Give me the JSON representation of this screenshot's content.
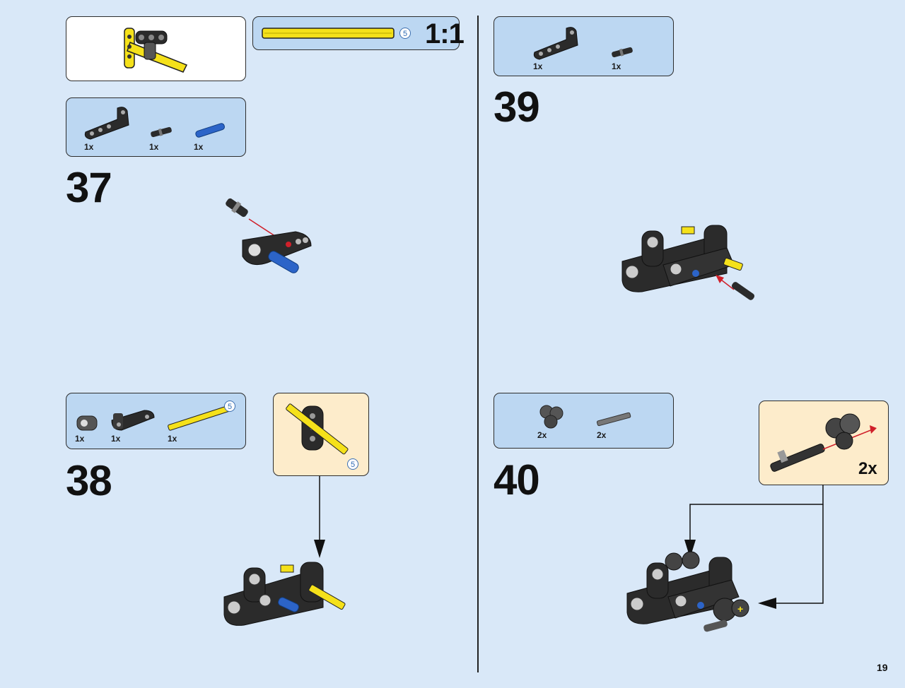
{
  "page_number": "19",
  "scale_label": "1:1",
  "steps": [
    {
      "number": "37",
      "parts": [
        {
          "qty": "1x"
        },
        {
          "qty": "1x"
        },
        {
          "qty": "1x"
        }
      ]
    },
    {
      "number": "38",
      "parts": [
        {
          "qty": "1x"
        },
        {
          "qty": "1x"
        },
        {
          "qty": "1x"
        }
      ],
      "axle_length": "5"
    },
    {
      "number": "39",
      "parts": [
        {
          "qty": "1x"
        },
        {
          "qty": "1x"
        }
      ]
    },
    {
      "number": "40",
      "parts": [
        {
          "qty": "2x"
        },
        {
          "qty": "2x"
        }
      ],
      "sub_multiplier": "2x"
    }
  ],
  "scale_axle_length": "5",
  "sub_38_length": "5",
  "colors": {
    "background": "#d9e8f8",
    "parts_panel": "#bcd7f2",
    "subassembly_panel": "#fdeccb",
    "brick_black": "#2b2b2b",
    "brick_yellow": "#f5e11a",
    "pin_blue": "#2c64c8",
    "arrow_red": "#d0202a"
  }
}
